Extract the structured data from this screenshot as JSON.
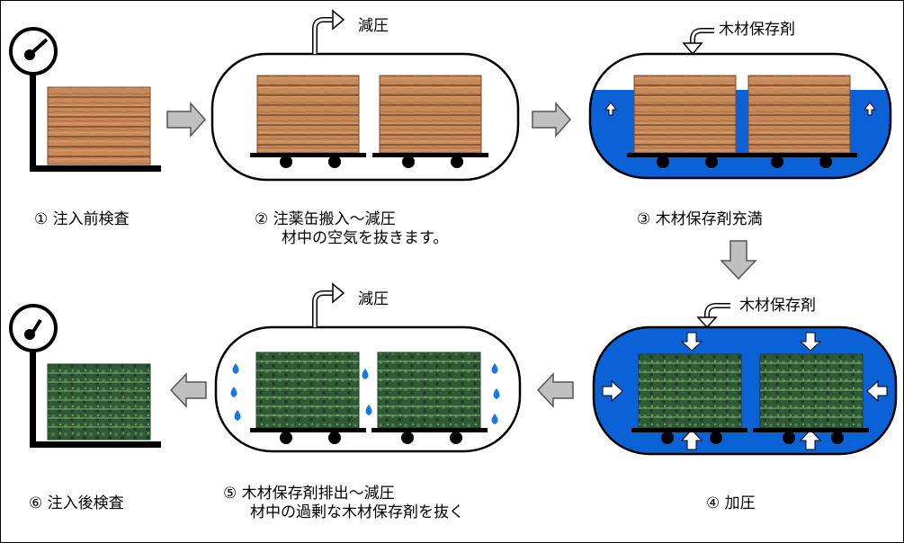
{
  "steps": [
    {
      "marker": "①",
      "title": "注入前検査"
    },
    {
      "marker": "②",
      "title": "注薬缶搬入～減圧",
      "desc": "材中の空気を抜きます。"
    },
    {
      "marker": "③",
      "title": "木材保存剤充満"
    },
    {
      "marker": "④",
      "title": "加圧"
    },
    {
      "marker": "⑤",
      "title": "木材保存剤排出～減圧",
      "desc": "材中の過剰な木材保存剤を抜く"
    },
    {
      "marker": "⑥",
      "title": "注入後検査"
    }
  ],
  "annotations": {
    "vacuum_1": "減圧",
    "preservative_in_1": "木材保存剤",
    "preservative_in_2": "木材保存剤",
    "vacuum_2": "減圧"
  },
  "colors": {
    "preservative": "#0a62d6",
    "wood_plank": "#c8895a",
    "wood_plank_edge": "#7a4a2a",
    "treated_wood": "#2f5a34",
    "arrow_gray": "#c0c0c0",
    "frame": "#000000"
  }
}
